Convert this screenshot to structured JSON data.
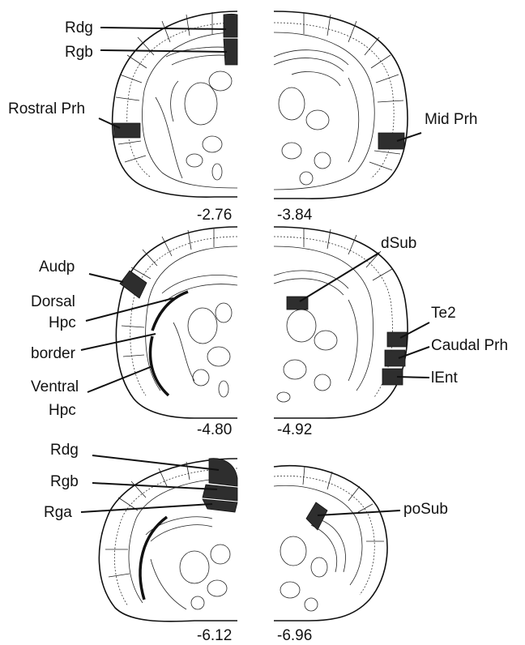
{
  "colors": {
    "region_fill": "#2e2e2e",
    "line": "#111111",
    "background": "#ffffff"
  },
  "section_labels": {
    "s1": "-2.76",
    "s2": "-3.84",
    "s3": "-4.80",
    "s4": "-4.92",
    "s5": "-6.12",
    "s6": "-6.96"
  },
  "region_labels": {
    "rdg_top": "Rdg",
    "rgb_top": "Rgb",
    "rostral_prh": "Rostral Prh",
    "mid_prh": "Mid Prh",
    "audp": "Audp",
    "dorsal": "Dorsal",
    "hpc_dorsal": "Hpc",
    "border": "border",
    "ventral": "Ventral",
    "hpc_ventral": "Hpc",
    "dsub": "dSub",
    "te2": "Te2",
    "caudal_prh": "Caudal Prh",
    "lent": "lEnt",
    "rdg_bottom": "Rdg",
    "rgb_bottom": "Rgb",
    "rga": "Rga",
    "posub": "poSub"
  }
}
